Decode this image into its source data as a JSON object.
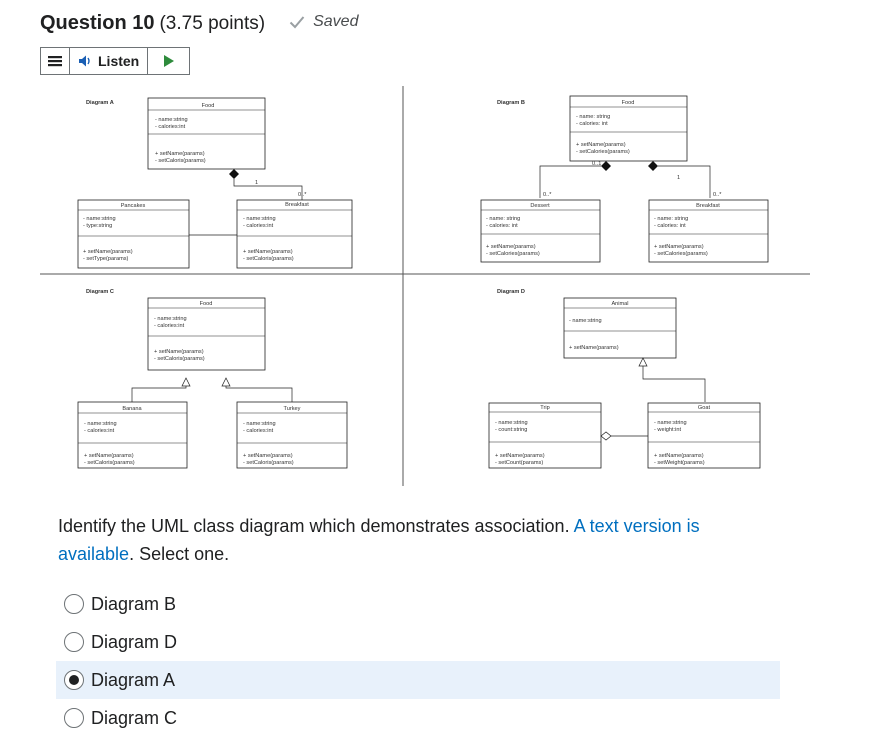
{
  "question": {
    "title": "Question 10",
    "points": "(3.75 points)",
    "status": "Saved"
  },
  "listen": {
    "label": "Listen"
  },
  "diagrams": {
    "a": {
      "label": "Diagram A",
      "food": {
        "name": "Food",
        "attrs": [
          "- name:string",
          "- calories:int"
        ],
        "ops": [
          "+ setName(params)",
          "- setCaloris(params)"
        ]
      },
      "pancakes": {
        "name": "Pancakes",
        "attrs": [
          "- name:string",
          "- type:string"
        ],
        "ops": [
          "+ setName(params)",
          "- setType(params)"
        ]
      },
      "breakfast": {
        "name": "Breakfast",
        "attrs": [
          "- name:string",
          "- calories:int"
        ],
        "ops": [
          "+ setName(params)",
          "- setCaloris(params)"
        ]
      },
      "mult_one": "1",
      "mult_many": "0..*"
    },
    "b": {
      "label": "Diagram B",
      "food": {
        "name": "Food",
        "attrs": [
          "- name: string",
          "- calories: int"
        ],
        "ops": [
          "+ setName(params)",
          "- setCalories(params)"
        ]
      },
      "dessert": {
        "name": "Dessert",
        "attrs": [
          "- name: string",
          "- calories: int"
        ],
        "ops": [
          "+ setName(params)",
          "- setCalories(params)"
        ]
      },
      "breakfast": {
        "name": "Breakfast",
        "attrs": [
          "- name: string",
          "- calories: int"
        ],
        "ops": [
          "+ setName(params)",
          "- setCalories(params)"
        ]
      },
      "mult_top": "0..1",
      "mult_one": "1",
      "mult_left": "0..*",
      "mult_right": "0..*"
    },
    "c": {
      "label": "Diagram C",
      "food": {
        "name": "Food",
        "attrs": [
          "- name:string",
          "- calories:int"
        ],
        "ops": [
          "+ setName(params)",
          "- setCaloris(params)"
        ]
      },
      "banana": {
        "name": "Banana",
        "attrs": [
          "- name:string",
          "- calories:int"
        ],
        "ops": [
          "+ setName(params)",
          "- setCaloris(params)"
        ]
      },
      "turkey": {
        "name": "Turkey",
        "attrs": [
          "- name:string",
          "- calories:int"
        ],
        "ops": [
          "+ setName(params)",
          "- setCaloris(params)"
        ]
      }
    },
    "d": {
      "label": "Diagram D",
      "animal": {
        "name": "Animal",
        "attrs": [
          "- name:string"
        ],
        "ops": [
          "+ setName(params)"
        ]
      },
      "trip": {
        "name": "Trip",
        "attrs": [
          "- name:string",
          "- count:string"
        ],
        "ops": [
          "+ setName(params)",
          "- setCount(params)"
        ]
      },
      "goat": {
        "name": "Goat",
        "attrs": [
          "- name:string",
          "- weight:int"
        ],
        "ops": [
          "+ setName(params)",
          "- setWeight(params)"
        ]
      }
    }
  },
  "prompt": {
    "text": "Identify the UML class diagram which demonstrates association. ",
    "link": "A text version is available",
    "suffix": ". Select one."
  },
  "options": [
    {
      "label": "Diagram B",
      "checked": false
    },
    {
      "label": "Diagram D",
      "checked": false
    },
    {
      "label": "Diagram A",
      "checked": true
    },
    {
      "label": "Diagram C",
      "checked": false
    }
  ]
}
